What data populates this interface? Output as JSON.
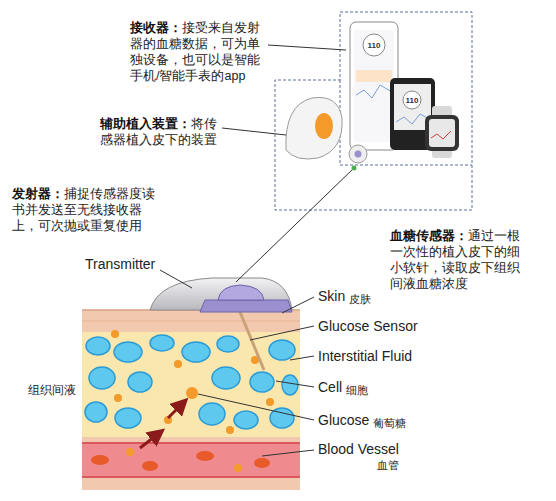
{
  "diagram": {
    "labels": [
      "接收器：",
      "接受来自发射器的血糖数据，可为单独设备，也可以是智能手机/智能手表的app",
      "110",
      "110",
      "辅助植入装置：",
      "将传感器植入皮下的装置",
      "发射器：",
      "捕捉传感器度读书并发送至无线接收器上，可次抛或重复使用",
      "血糖传感器：",
      "通过一根一次性的植入皮下的细小软针，读取皮下组织间液血糖浓度",
      "Transmitter",
      "Skin",
      "皮肤",
      "Glucose Sensor",
      "Interstitial Fluid",
      "组织间液",
      "Cell",
      "细胞",
      "Glucose",
      "葡萄糖",
      "Blood Vessel",
      "血管"
    ]
  }
}
